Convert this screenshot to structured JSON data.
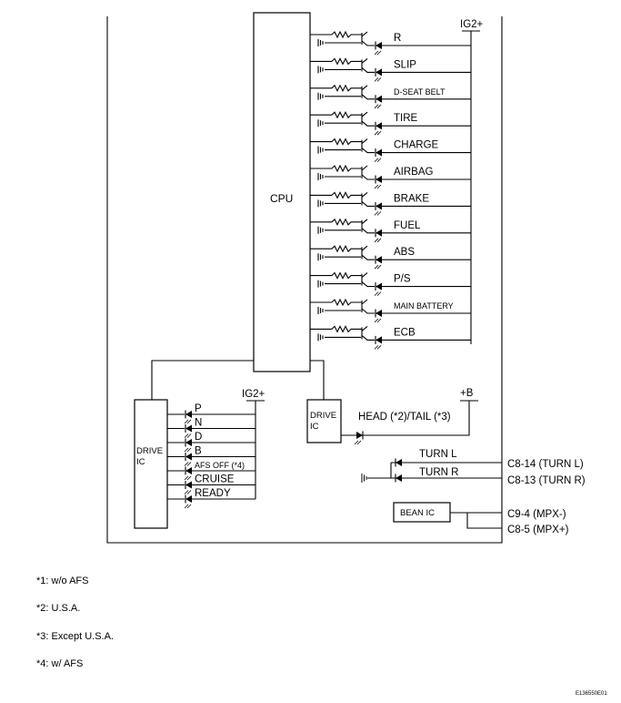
{
  "diagram": {
    "cpu_label": "CPU",
    "ig2_label": "IG2+",
    "plus_b_label": "+B",
    "cpu_indicators": [
      "R",
      "SLIP",
      "D-SEAT BELT",
      "TIRE",
      "CHARGE",
      "AIRBAG",
      "BRAKE",
      "FUEL",
      "ABS",
      "P/S",
      "MAIN BATTERY",
      "ECB"
    ],
    "drive_ic_label_1": "DRIVE",
    "drive_ic_label_2": "IC",
    "shift_indicators": [
      "P",
      "N",
      "D",
      "B",
      "AFS OFF (*4)",
      "CRUISE",
      "READY"
    ],
    "head_tail_label": "HEAD (*2)/TAIL (*3)",
    "turn_left_label": "TURN L",
    "turn_right_label": "TURN R",
    "connector_turn_left": "C8-14 (TURN L)",
    "connector_turn_right": "C8-13 (TURN R)",
    "bean_ic_label": "BEAN IC",
    "connector_mpx_minus": "C9-4 (MPX-)",
    "connector_mpx_plus": "C8-5 (MPX+)",
    "footnotes": [
      "*1: w/o AFS",
      "*2: U.S.A.",
      "*3: Except U.S.A.",
      "*4: w/ AFS"
    ],
    "figure_id": "E136550E01"
  }
}
